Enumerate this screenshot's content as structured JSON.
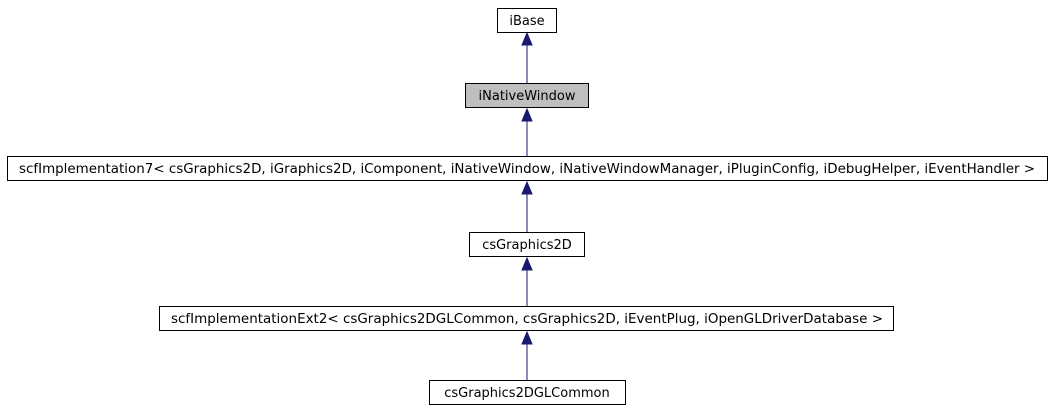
{
  "diagram": {
    "nodes": [
      {
        "id": "ibase",
        "label": "iBase",
        "highlighted": false
      },
      {
        "id": "inativewindow",
        "label": "iNativeWindow",
        "highlighted": true
      },
      {
        "id": "scfimpl7",
        "label": "scfImplementation7< csGraphics2D, iGraphics2D, iComponent, iNativeWindow, iNativeWindowManager, iPluginConfig, iDebugHelper, iEventHandler >",
        "highlighted": false
      },
      {
        "id": "csgraphics2d",
        "label": "csGraphics2D",
        "highlighted": false
      },
      {
        "id": "scfimplext2",
        "label": "scfImplementationExt2< csGraphics2DGLCommon, csGraphics2D, iEventPlug, iOpenGLDriverDatabase >",
        "highlighted": false
      },
      {
        "id": "csgraphics2dglcommon",
        "label": "csGraphics2DGLCommon",
        "highlighted": false
      }
    ],
    "edges": [
      {
        "from": "inativewindow",
        "to": "ibase"
      },
      {
        "from": "scfimpl7",
        "to": "inativewindow"
      },
      {
        "from": "csgraphics2d",
        "to": "scfimpl7"
      },
      {
        "from": "scfimplext2",
        "to": "csgraphics2d"
      },
      {
        "from": "csgraphics2dglcommon",
        "to": "scfimplext2"
      }
    ],
    "colors": {
      "edge": "#191970",
      "highlighted_fill": "#bfbfbf",
      "node_fill": "#ffffff",
      "border": "#000000"
    }
  }
}
